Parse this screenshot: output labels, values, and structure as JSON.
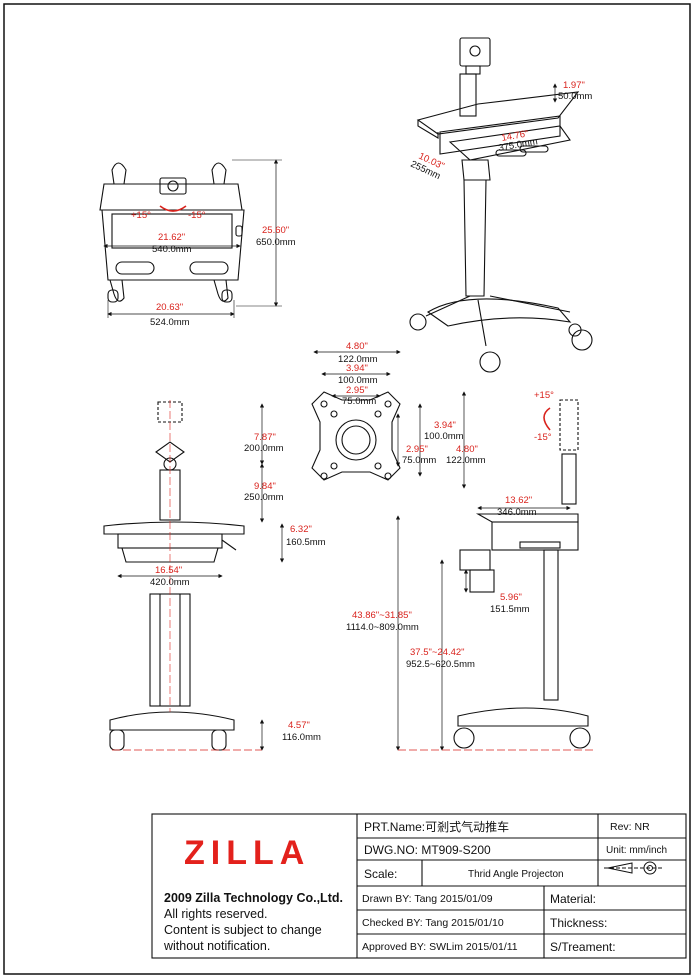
{
  "top_view": {
    "angle_up": "+15°",
    "angle_down": "-15°",
    "width_top_in": "21.62\"",
    "width_top_mm": "540.0mm",
    "width_base_in": "20.63\"",
    "width_base_mm": "524.0mm",
    "height_in": "25.60\"",
    "height_mm": "650.0mm"
  },
  "iso_view": {
    "tray_height_in": "1.97\"",
    "tray_height_mm": "50.0mm",
    "tray_width_in": "14.76\"",
    "tray_width_mm": "375.0mm",
    "tray_depth_in": "10.03\"",
    "tray_depth_mm": "255mm"
  },
  "vesa_plate": {
    "outer_w_in": "4.80\"",
    "outer_w_mm": "122.0mm",
    "mid_w_in": "3.94\"",
    "mid_w_mm": "100.0mm",
    "inner_w_in": "2.95\"",
    "inner_w_mm": "75.0mm",
    "mid_h_in": "3.94\"",
    "mid_h_mm": "100.0mm",
    "inner_h_in": "2.95\"",
    "inner_h_mm": "75.0mm",
    "outer_h_in": "4.80\"",
    "outer_h_mm": "122.0mm"
  },
  "front_view": {
    "mount_h_in": "7.87\"",
    "mount_h_mm": "200.0mm",
    "column_h_in": "9.84\"",
    "column_h_mm": "250.0mm",
    "tray_h_in": "6.32\"",
    "tray_h_mm": "160.5mm",
    "tray_w_in": "16.54\"",
    "tray_w_mm": "420.0mm",
    "base_h_in": "4.57\"",
    "base_h_mm": "116.0mm"
  },
  "side_view": {
    "angle_up": "+15°",
    "angle_down": "-15°",
    "reach_in": "13.62\"",
    "reach_mm": "346.0mm",
    "drawer_in": "5.96\"",
    "drawer_mm": "151.5mm",
    "total_h_in": "43.86\"~31.85\"",
    "total_h_mm": "1114.0~809.0mm",
    "tray_h_in": "37.5\"~24.42\"",
    "tray_h_mm": "952.5~620.5mm"
  },
  "title_block": {
    "logo": "ZILLA",
    "company": "2009 Zilla Technology Co.,Ltd.",
    "notice_1": "All rights reserved.",
    "notice_2": "Content is subject to change",
    "notice_3": "without notification.",
    "part_name": "PRT.Name:可剎式气动推车",
    "rev": "Rev:   NR",
    "dwg_no": "DWG.NO: MT909-S200",
    "unit": "Unit: mm/inch",
    "scale": "Scale:",
    "projection": "Thrid Angle Projecton",
    "drawn": "Drawn BY:  Tang  2015/01/09",
    "checked": "Checked BY:  Tang 2015/01/10",
    "approved": "Approved BY:  SWLim 2015/01/11",
    "material": "Material:",
    "thickness": "Thickness:",
    "treatment": "S/Treament:"
  },
  "colors": {
    "dim": "#d9231d",
    "line": "#111111",
    "logo": "#e3211c"
  }
}
